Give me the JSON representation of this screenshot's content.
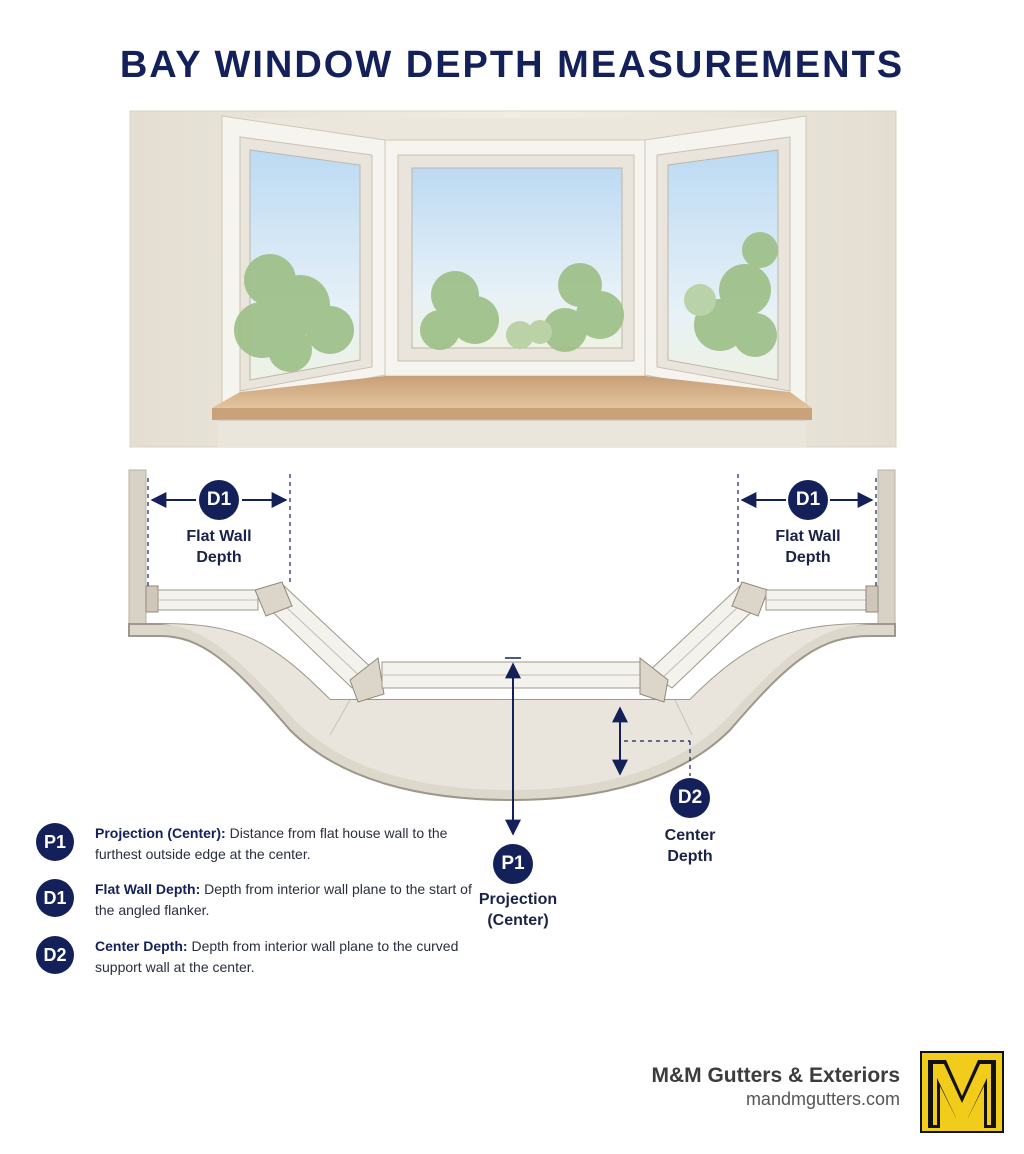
{
  "title": "BAY WINDOW DEPTH MEASUREMENTS",
  "diagram": {
    "d1_badge": "D1",
    "d1_label_line1": "Flat Wall",
    "d1_label_line2": "Depth",
    "p1_badge": "P1",
    "p1_label_line1": "Projection",
    "p1_label_line2": "(Center)",
    "d2_badge": "D2",
    "d2_label_line1": "Center",
    "d2_label_line2": "Depth"
  },
  "legend": [
    {
      "badge": "P1",
      "term": "Projection (Center):",
      "desc": "Distance from flat house wall to the furthest outside edge at the center."
    },
    {
      "badge": "D1",
      "term": "Flat Wall Depth:",
      "desc": "Depth from interior wall plane to the start of the angled flanker."
    },
    {
      "badge": "D2",
      "term": "Center Depth:",
      "desc": "Depth from interior wall plane to the curved support wall at the center."
    }
  ],
  "brand": {
    "name": "M&M Gutters & Exteriors",
    "url": "mandmgutters.com",
    "logo_letter": "M"
  },
  "colors": {
    "navy": "#13205a",
    "logo_yellow": "#f2cc1a",
    "wall": "#e8e3d8",
    "sill": "#d2ad84",
    "sky": "#cfe4f5"
  },
  "icons": [
    "tree-illustration",
    "arrow-icon"
  ]
}
